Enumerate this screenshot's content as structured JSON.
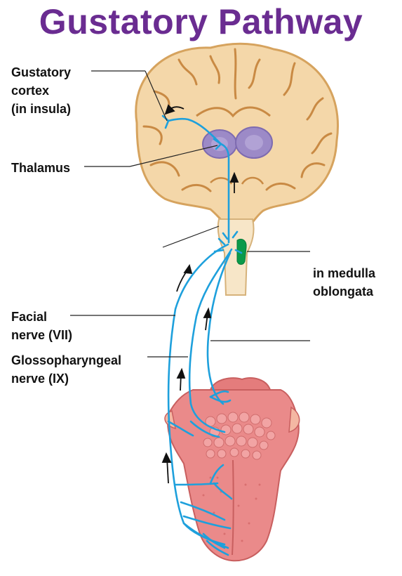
{
  "title": "Gustatory Pathway",
  "labels": {
    "gustatory_cortex": [
      "Gustatory",
      "cortex",
      "(in insula)"
    ],
    "thalamus": "Thalamus",
    "medulla": [
      "in medulla",
      "oblongata"
    ],
    "facial_nerve": [
      "Facial",
      "nerve (VII)"
    ],
    "glosso_nerve": [
      "Glossopharyngeal",
      "nerve (IX)"
    ]
  },
  "colors": {
    "title": "#6a2c91",
    "nerve": "#1ea0dc",
    "brain_tissue": "#f4d7a9",
    "brain_outline": "#d6a35e",
    "thalamus": "#9c8ac7",
    "medulla_nucleus": "#0a9a4a",
    "tongue": "#ea8a8a"
  }
}
